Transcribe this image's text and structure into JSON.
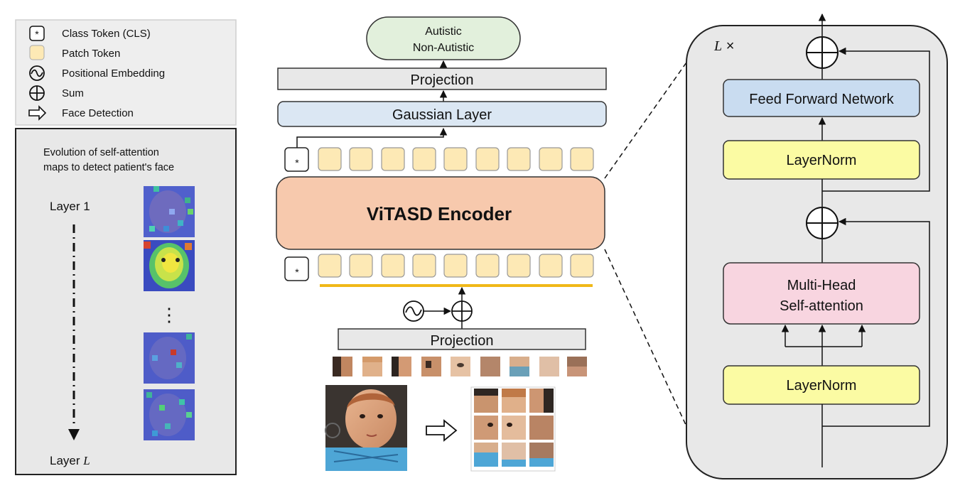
{
  "legend": {
    "items": [
      {
        "icon": "class-token-icon",
        "label": "Class Token (CLS)"
      },
      {
        "icon": "patch-token-icon",
        "label": "Patch Token"
      },
      {
        "icon": "positional-embedding-icon",
        "label": "Positional Embedding"
      },
      {
        "icon": "sum-icon",
        "label": "Sum"
      },
      {
        "icon": "arrow-right-icon",
        "label": "Face Detection"
      }
    ]
  },
  "attention_panel": {
    "title_line1": "Evolution of self-attention",
    "title_line2": "maps to detect patient's face",
    "layer_first_prefix": "Layer",
    "layer_first_num": "1",
    "ellipsis": "⋮",
    "layer_last_prefix": "Layer",
    "layer_last_var": "L"
  },
  "pipeline": {
    "output_line1": "Autistic",
    "output_line2": "Non-Autistic",
    "projection_top": "Projection",
    "gaussian_layer": "Gaussian Layer",
    "cls_symbol": "*",
    "encoder": "ViTASD Encoder",
    "projection_bottom": "Projection"
  },
  "encoder_detail": {
    "repeat_prefix": "L",
    "repeat_suffix": "×",
    "ffn": "Feed Forward Network",
    "layernorm_top": "LayerNorm",
    "mhsa_line1": "Multi-Head",
    "mhsa_line2": "Self-attention",
    "layernorm_bottom": "LayerNorm"
  },
  "colors": {
    "patch_token": "#fde9b5",
    "output": "#e2f0dc",
    "gaussian": "#dbe7f3",
    "encoder": "#f7c9ad",
    "ffn": "#c9dcf0",
    "layernorm": "#fbfba3",
    "mhsa": "#f8d5e0",
    "panel": "#e8e8e8",
    "accent_line": "#f0b818"
  }
}
